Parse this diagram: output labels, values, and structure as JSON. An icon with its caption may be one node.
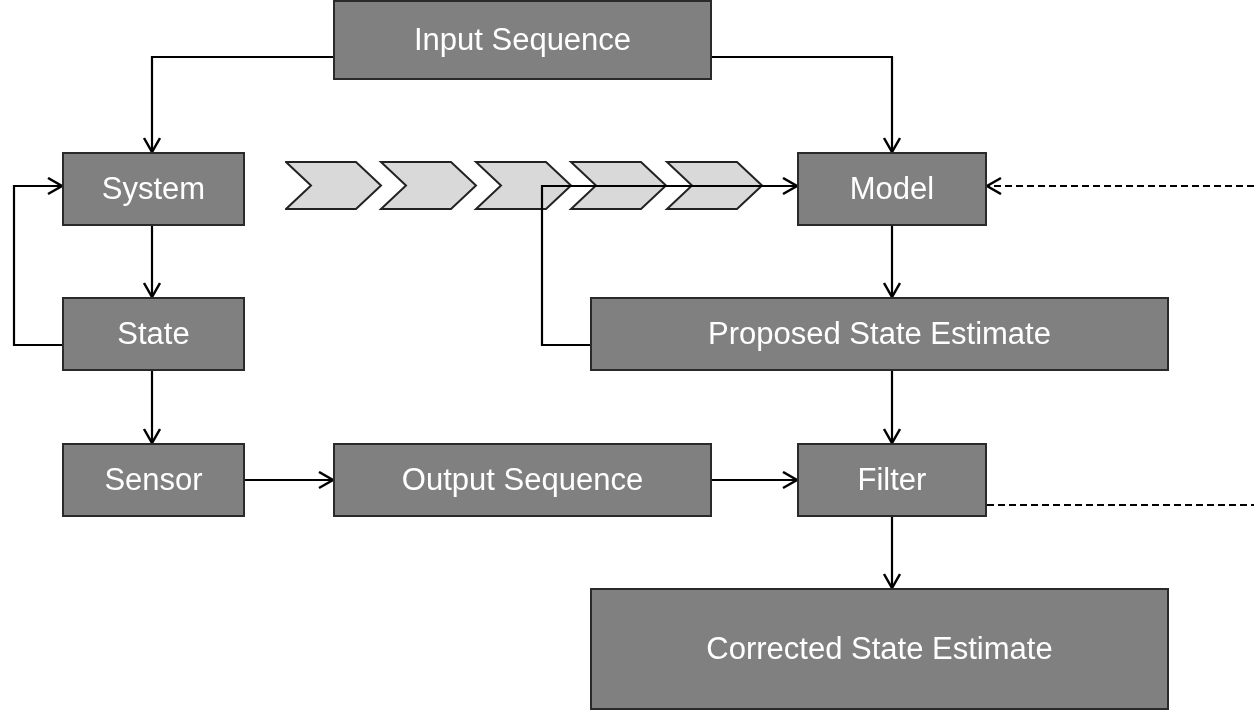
{
  "diagram": {
    "nodes": [
      {
        "text": [
          "Input Sequence"
        ]
      },
      {
        "text": [
          "System"
        ]
      },
      {
        "text": [
          "Model"
        ]
      },
      {
        "text": [
          "State"
        ]
      },
      {
        "text": [
          "Proposed State Estimate"
        ]
      },
      {
        "text": [
          "Sensor"
        ]
      },
      {
        "text": [
          "Output Sequence"
        ]
      },
      {
        "text": [
          "Filter"
        ]
      },
      {
        "text": [
          "Corrected State Estimate"
        ]
      }
    ],
    "edges": [
      {
        "from": 0,
        "to": 1,
        "arrow": "to"
      },
      {
        "from": 0,
        "to": 2,
        "arrow": "to"
      },
      {
        "from": 1,
        "to": 3,
        "arrow": "to"
      },
      {
        "from": 3,
        "to": 1,
        "arrow": "to"
      },
      {
        "from": 3,
        "to": 5,
        "arrow": "to"
      },
      {
        "from": 5,
        "to": 6,
        "arrow": "to"
      },
      {
        "from": 6,
        "to": 7,
        "arrow": "to"
      },
      {
        "from": 2,
        "to": 4,
        "arrow": "to"
      },
      {
        "from": 4,
        "to": 2,
        "arrow": "to"
      },
      {
        "from": 4,
        "to": 7,
        "arrow": "to"
      },
      {
        "from": 7,
        "to": 8,
        "arrow": "to"
      },
      {
        "from": null,
        "to": 2,
        "arrow": "to",
        "style": "dashed"
      },
      {
        "from": 7,
        "to": null,
        "arrow": "none",
        "style": "dashed"
      }
    ]
  }
}
